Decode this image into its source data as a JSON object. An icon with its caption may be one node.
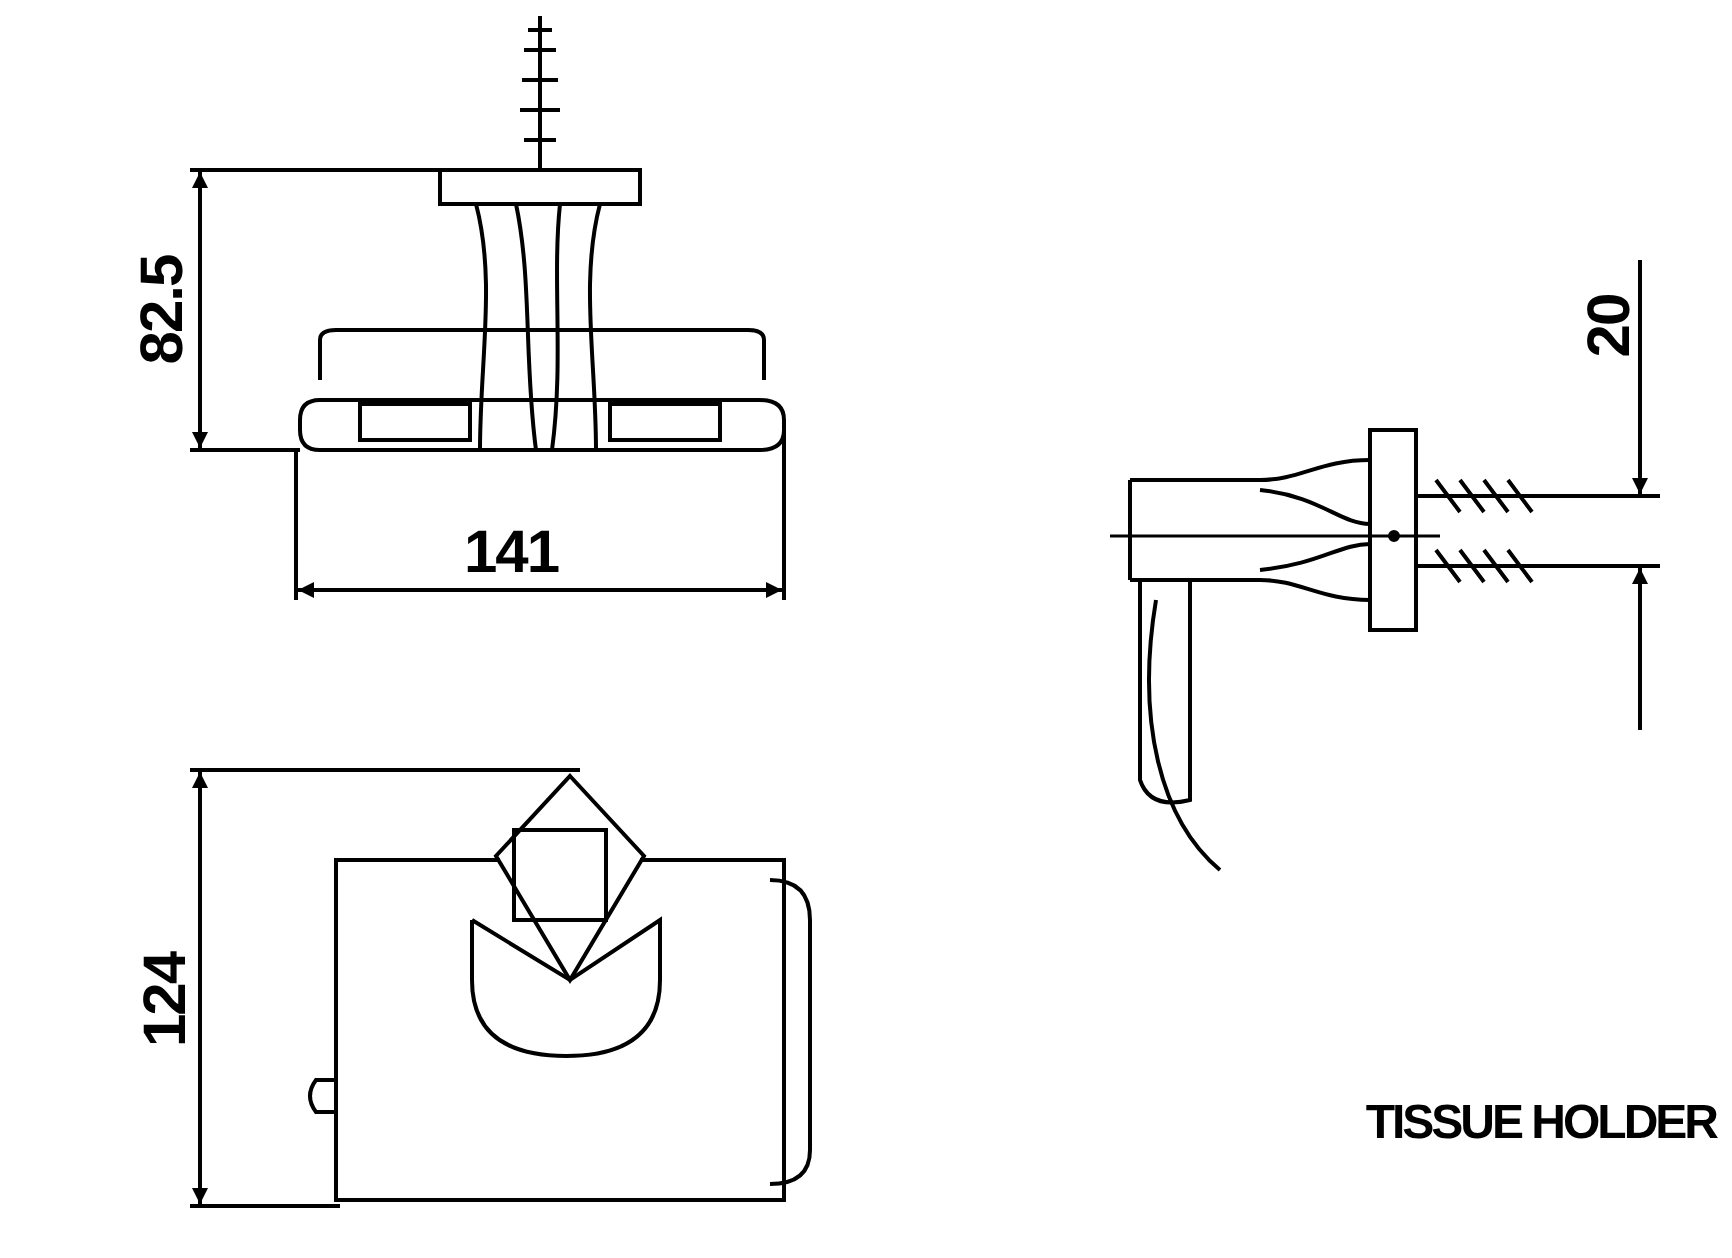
{
  "diagram": {
    "title": "TISSUE HOLDER",
    "labels": [
      "82.5",
      "141",
      "20",
      "124"
    ]
  }
}
